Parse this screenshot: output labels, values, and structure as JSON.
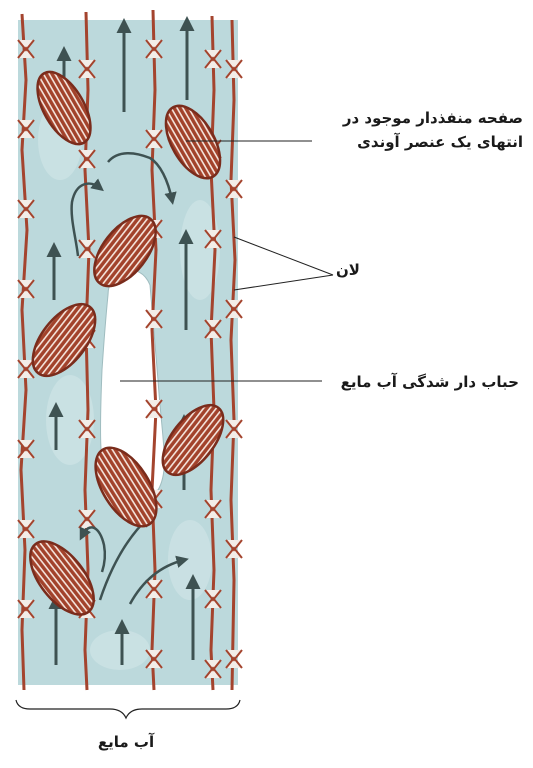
{
  "labels": {
    "perforation_plate_line1": "صفحه منفذدار موجود در",
    "perforation_plate_line2": "انتهای یک عنصر آوندی",
    "pits": "لان",
    "embolism_bubble": "حباب دار شدگی آب مایع",
    "liquid_water": "آب مایع"
  },
  "colors": {
    "water": "#bcd9dc",
    "cell_wall": "#a4442e",
    "pit_light": "#f3ede8",
    "plate_fill": "#a2422b",
    "plate_stripe": "#f4e4dc",
    "arrow": "#3e5252",
    "leader_line": "#222222",
    "bubble": "#ffffff"
  }
}
